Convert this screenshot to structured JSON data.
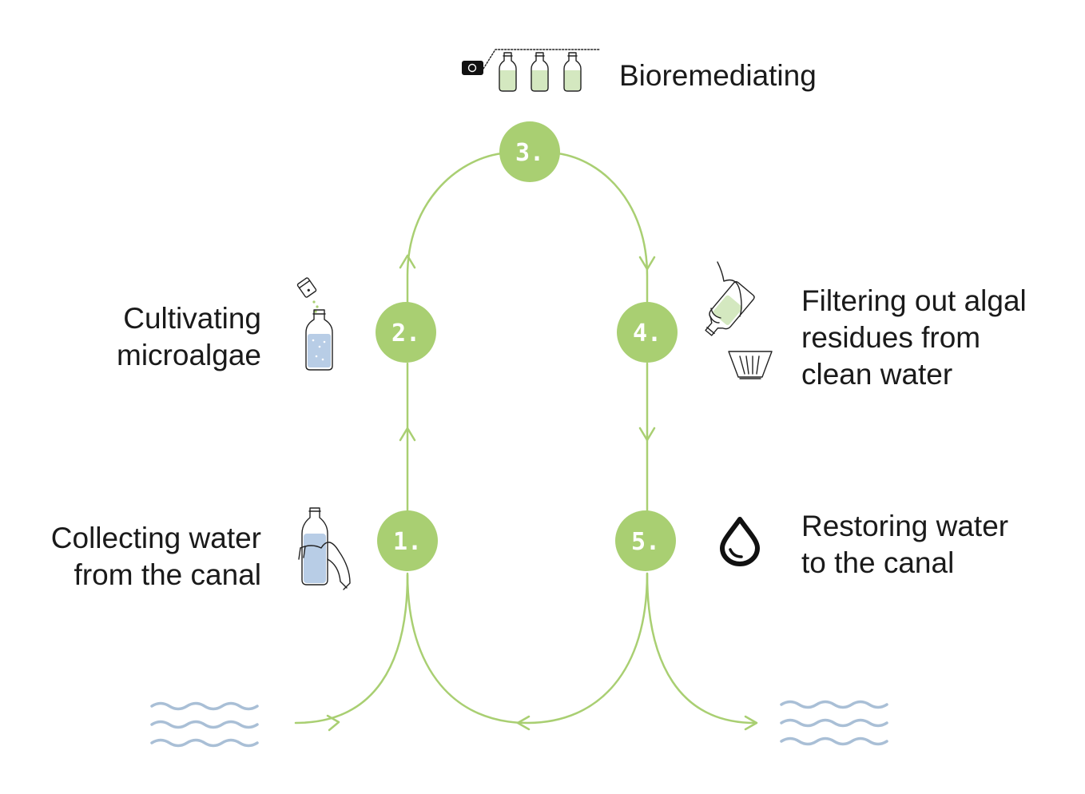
{
  "steps": [
    {
      "number": "1.",
      "lines": [
        "Collecting water",
        "from the canal"
      ]
    },
    {
      "number": "2.",
      "lines": [
        "Cultivating",
        "microalgae"
      ]
    },
    {
      "number": "3.",
      "lines": [
        "Bioremediating"
      ]
    },
    {
      "number": "4.",
      "lines": [
        "Filtering out algal",
        "residues from",
        "clean water"
      ]
    },
    {
      "number": "5.",
      "lines": [
        "Restoring water",
        "to the canal"
      ]
    }
  ],
  "colors": {
    "accent_green": "#a9cf72",
    "water_blue": "#a9bfd6",
    "bottle_fill_blue": "#b8cde6",
    "bottle_fill_green": "#d4e8c0",
    "ink": "#1a1a1a"
  },
  "icons": [
    "bottle-in-hand-icon",
    "salt-shaker-bottle-icon",
    "bioreactor-bottles-icon",
    "pouring-bottle-filter-icon",
    "water-drop-icon",
    "water-waves-icon"
  ]
}
